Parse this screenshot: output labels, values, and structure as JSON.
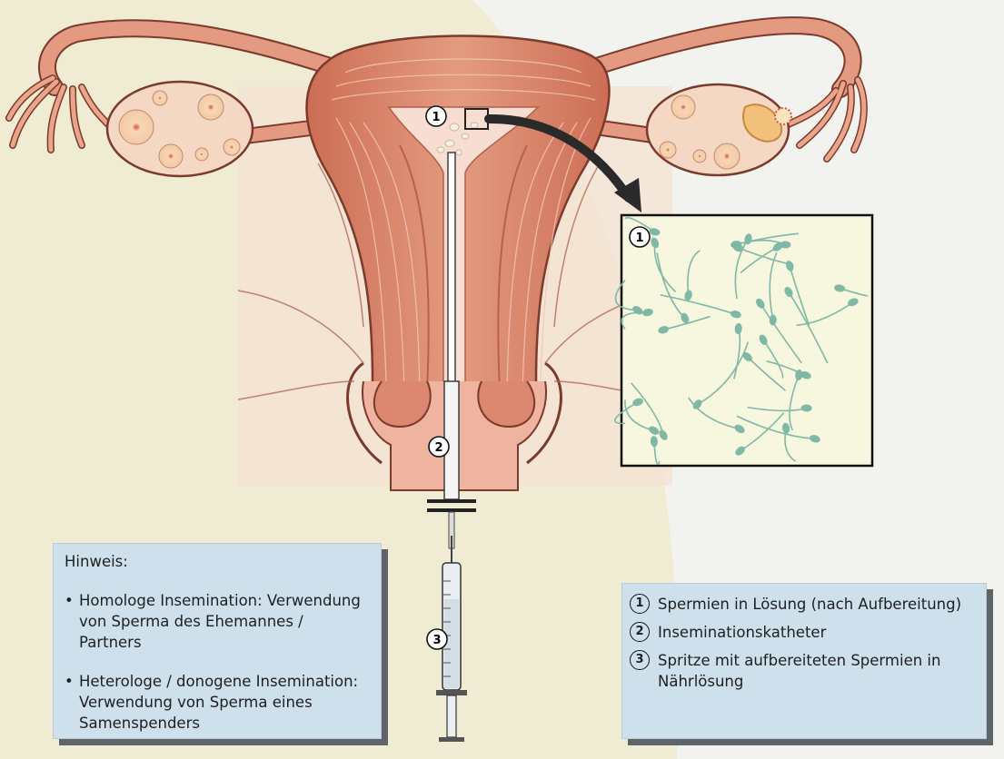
{
  "markers": {
    "m1": "1",
    "m2": "2",
    "m3": "3",
    "m1_inset": "1"
  },
  "note": {
    "title": "Hinweis:",
    "items": [
      "Homologe Insemination: Verwendung von Sperma des Ehemannes / Partners",
      "Heterologe / donogene Insemination: Verwendung von Sperma eines Samenspenders"
    ]
  },
  "legend": {
    "items": [
      {
        "num": "1",
        "text": "Spermien in Lösung (nach Aufbereitung)"
      },
      {
        "num": "2",
        "text": "Inseminationskatheter"
      },
      {
        "num": "3",
        "text": "Spritze mit aufbereiteten Spermien in Nährlösung"
      }
    ]
  },
  "colors": {
    "background_left": "#efecd3",
    "background_right": "#f2f2ee",
    "tissue": "#e0987e",
    "tissue_dark": "#b7583e",
    "outline": "#7a3a2c",
    "inset_bg": "#f7f6df",
    "sperm": "#7fb8a6",
    "box_bg": "#cde0ec",
    "box_shadow": "#5e6468"
  }
}
